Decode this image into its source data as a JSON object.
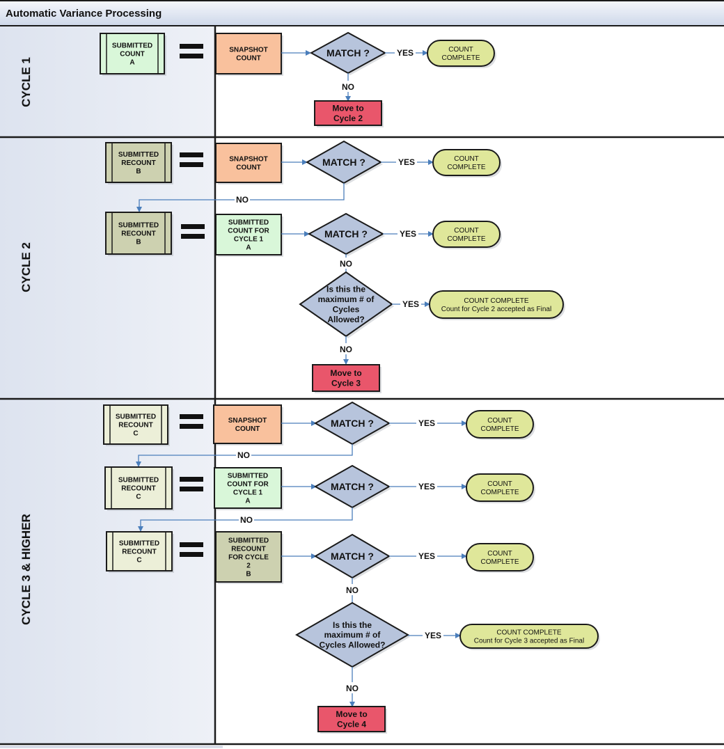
{
  "title": "Automatic Variance Processing",
  "lanes": {
    "c1": "CYCLE 1",
    "c2": "CYCLE 2",
    "c3": "CYCLE 3 & HIGHER"
  },
  "labels": {
    "yes": "YES",
    "no": "NO",
    "match": "MATCH ?",
    "count_complete": [
      "COUNT",
      "COMPLETE"
    ],
    "max_question": [
      "Is this the",
      "maximum # of",
      "Cycles Allowed?"
    ],
    "max_question_c2": [
      "Is this the",
      "maximum # of",
      "Cycles",
      "Allowed?"
    ]
  },
  "boxes": {
    "c1_submitted": [
      "SUBMITTED",
      "COUNT",
      "A"
    ],
    "snapshot": [
      "SNAPSHOT",
      "COUNT"
    ],
    "recount_b": [
      "SUBMITTED",
      "RECOUNT",
      "B"
    ],
    "count_cycle1": [
      "SUBMITTED",
      "COUNT FOR",
      "CYCLE 1",
      "A"
    ],
    "recount_c": [
      "SUBMITTED",
      "RECOUNT",
      "C"
    ],
    "recount_cycle2": [
      "SUBMITTED",
      "RECOUNT",
      "FOR CYCLE",
      "2",
      "B"
    ]
  },
  "moves": {
    "c2": [
      "Move to",
      "Cycle 2"
    ],
    "c3": [
      "Move to",
      "Cycle 3"
    ],
    "c4": [
      "Move to",
      "Cycle 4"
    ]
  },
  "final": {
    "c2": [
      "COUNT COMPLETE",
      "Count for Cycle 2 accepted as Final"
    ],
    "c3": [
      "COUNT COMPLETE",
      "Count for Cycle 3 accepted as Final"
    ]
  },
  "colors": {
    "green_box": "#d9f7d9",
    "olive_box": "#cdd1b0",
    "cream_box": "#ecefd8",
    "orange_box": "#f9c19d",
    "red_box": "#e9566b",
    "diamond": "#b7c4dc",
    "terminal": "#dfe79a",
    "lane_bg": "#e6eaf3",
    "arrow": "#4a7ebb"
  }
}
